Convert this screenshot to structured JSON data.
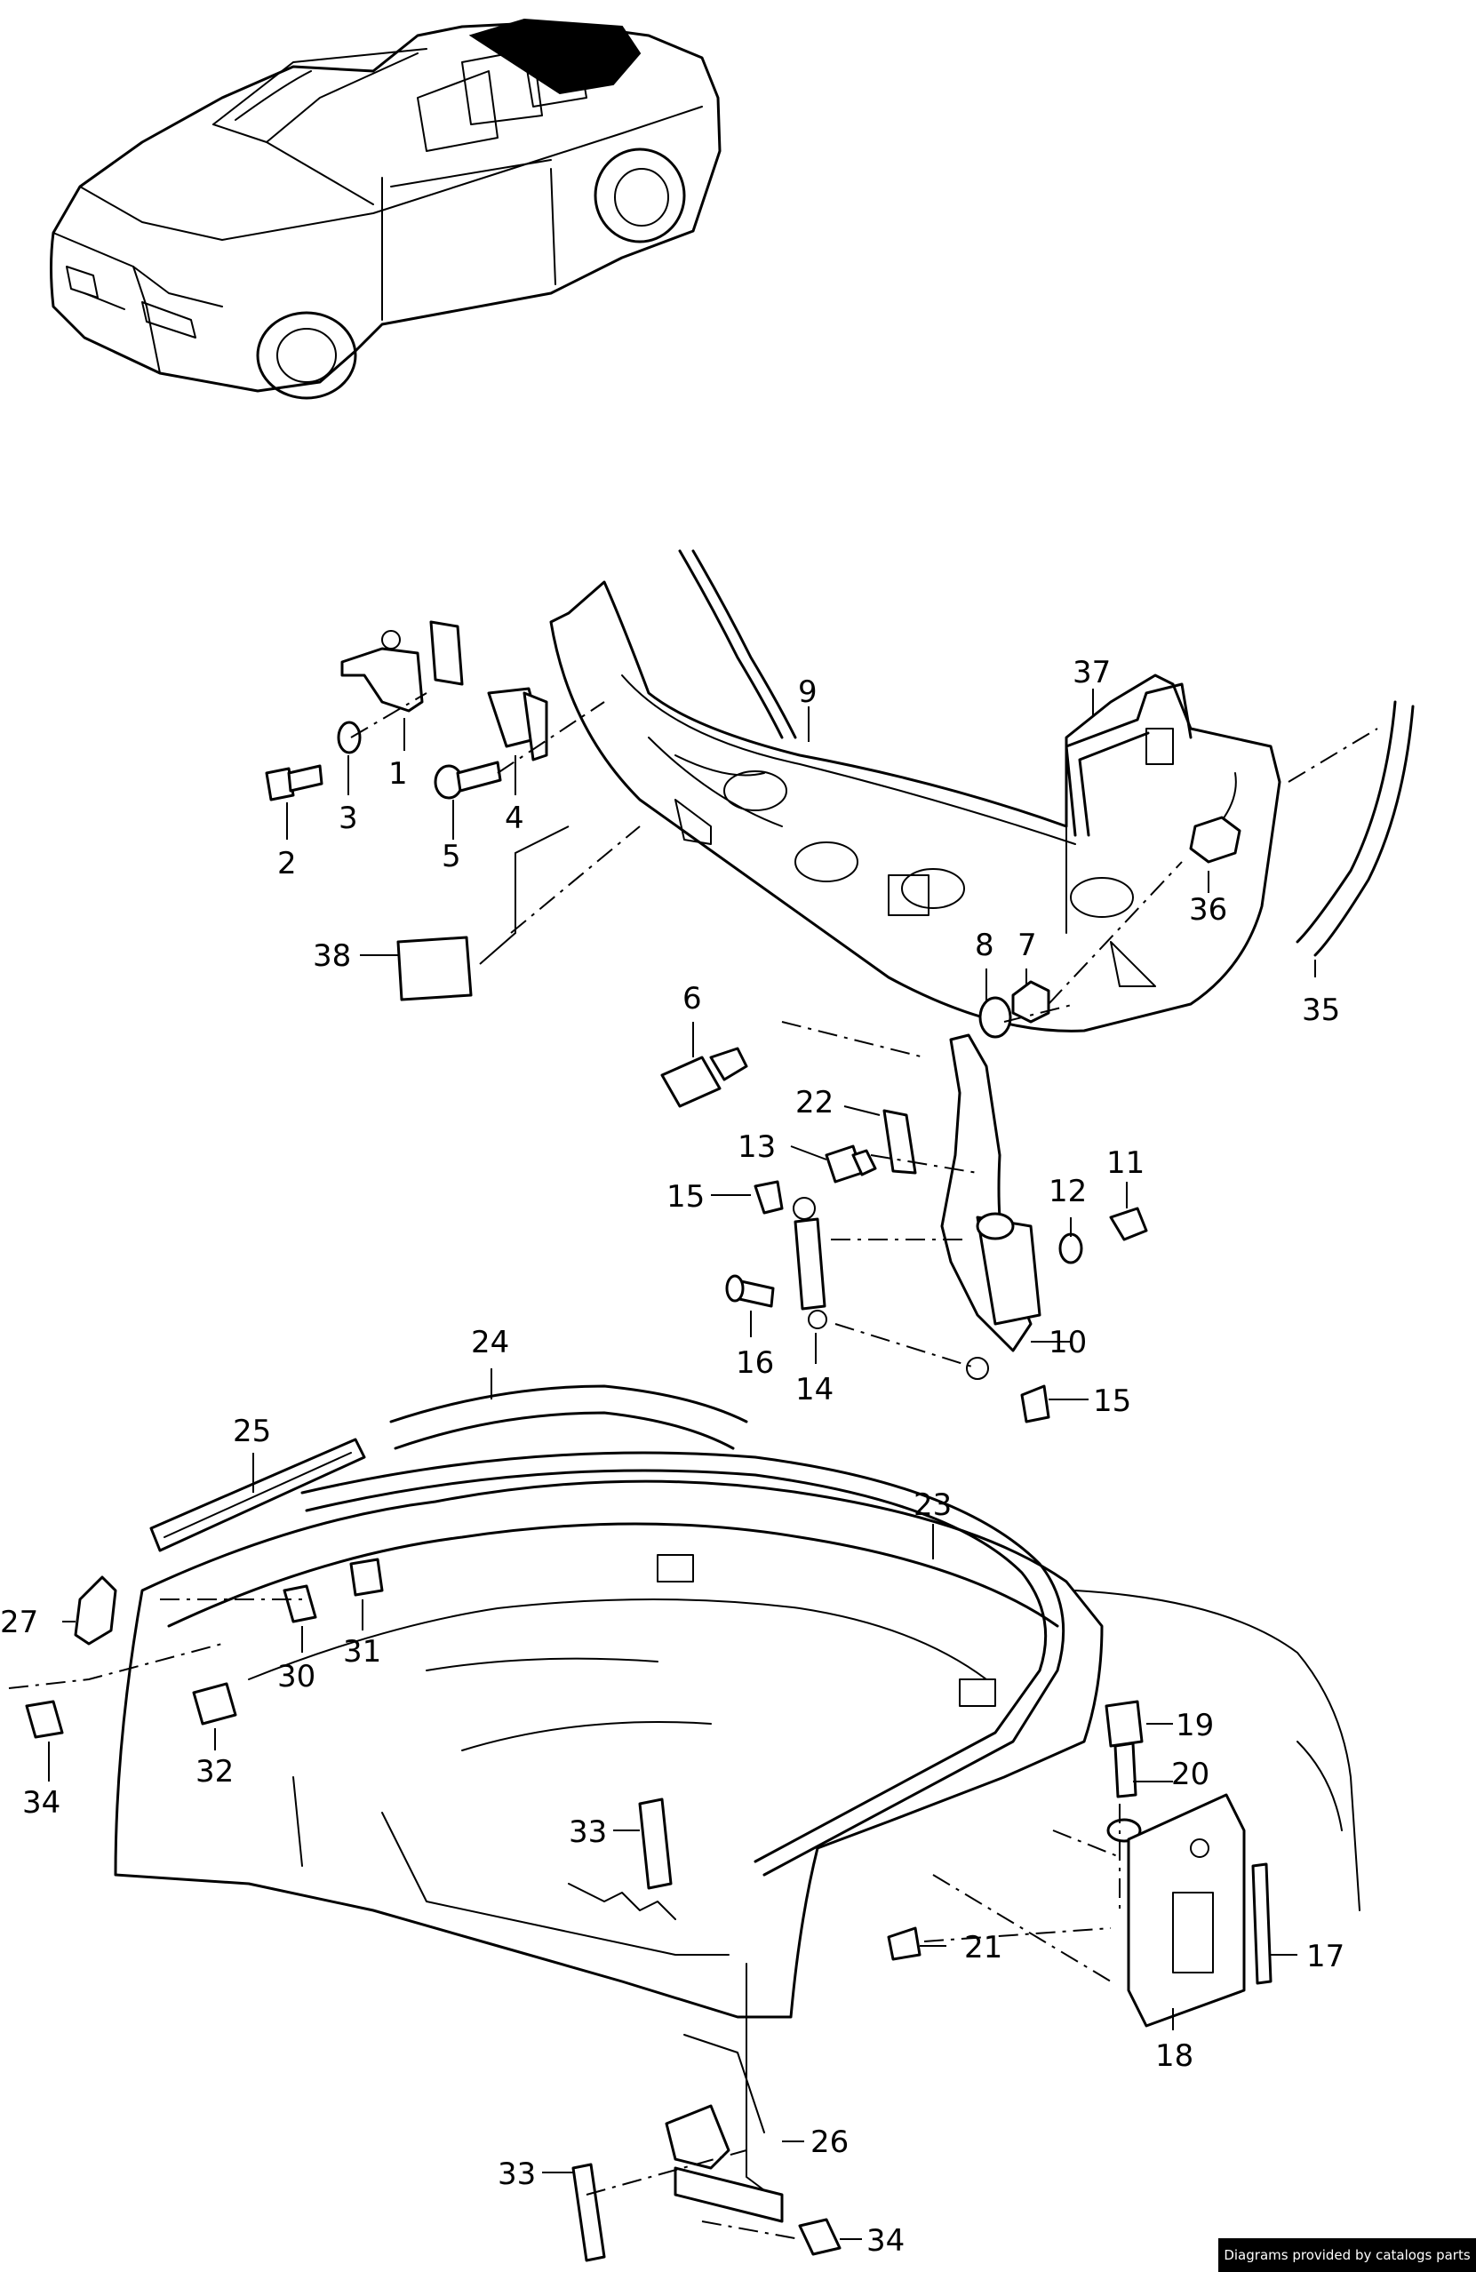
{
  "labels": {
    "l1": "1",
    "l2": "2",
    "l3": "3",
    "l4": "4",
    "l5": "5",
    "l6": "6",
    "l7": "7",
    "l8": "8",
    "l9": "9",
    "l10": "10",
    "l11": "11",
    "l12": "12",
    "l13": "13",
    "l14": "14",
    "l15a": "15",
    "l15b": "15",
    "l16": "16",
    "l17": "17",
    "l18": "18",
    "l19": "19",
    "l20": "20",
    "l21": "21",
    "l22": "22",
    "l23": "23",
    "l24": "24",
    "l25": "25",
    "l26": "26",
    "l27": "27",
    "l30": "30",
    "l31": "31",
    "l32": "32",
    "l33a": "33",
    "l33b": "33",
    "l34a": "34",
    "l34b": "34",
    "l35": "35",
    "l36": "36",
    "l37": "37",
    "l38": "38"
  },
  "footer": {
    "credit": "Diagrams provided by catalogs parts"
  }
}
